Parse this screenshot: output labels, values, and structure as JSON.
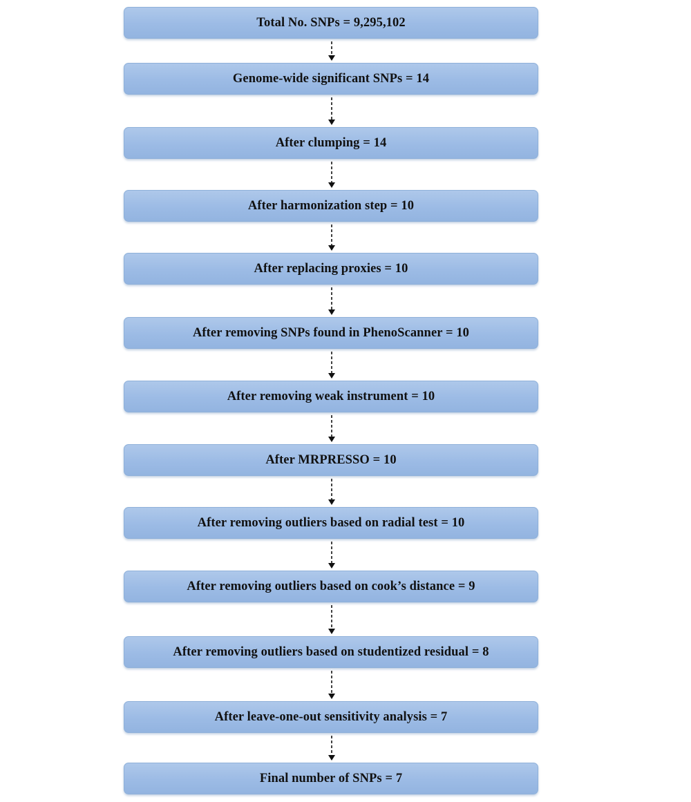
{
  "steps": [
    {
      "label": "Total No. SNPs = 9,295,102"
    },
    {
      "label": "Genome-wide significant SNPs = 14"
    },
    {
      "label": "After clumping = 14"
    },
    {
      "label": "After harmonization step = 10"
    },
    {
      "label": "After replacing proxies = 10"
    },
    {
      "label": "After removing SNPs found in PhenoScanner = 10"
    },
    {
      "label": "After removing weak instrument = 10"
    },
    {
      "label": "After MRPRESSO = 10"
    },
    {
      "label": "After removing outliers based on radial test = 10"
    },
    {
      "label": "After removing outliers based on cook’s distance = 9"
    },
    {
      "label": "After removing outliers based on studentized residual = 8"
    },
    {
      "label": "After leave-one-out sensitivity analysis = 7"
    },
    {
      "label": "Final number of SNPs = 7"
    }
  ],
  "colors": {
    "box_fill": "#9cbbe5",
    "box_border": "#8eb0d9",
    "text": "#111111",
    "arrow": "#111111"
  }
}
